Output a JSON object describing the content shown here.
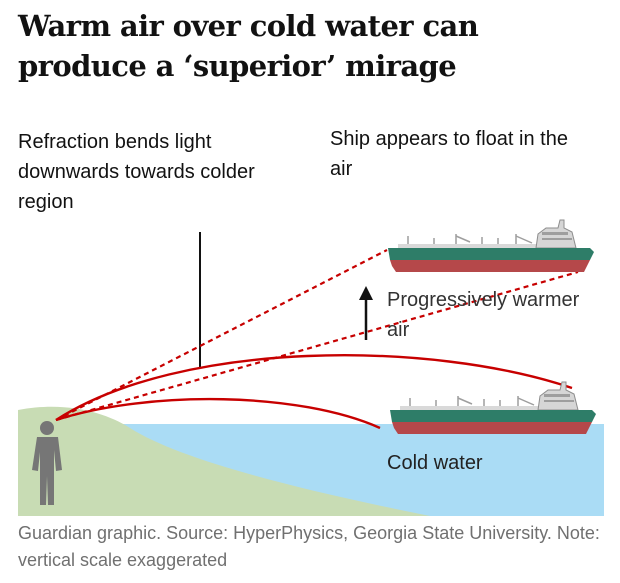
{
  "title": "Warm air over cold water can produce a ‘superior’ mirage",
  "labels": {
    "refraction": "Refraction bends light downwards towards colder region",
    "ship_appears": "Ship appears to float in the air",
    "warmer_air": "Progressively warmer air",
    "cold_water": "Cold water"
  },
  "footer": "Guardian graphic. Source: HyperPhysics, Georgia State University. Note: vertical scale exaggerated",
  "colors": {
    "ray": "#c70000",
    "water": "#aadcf5",
    "land": "#c8dcb4",
    "hull_top": "#2e7d68",
    "hull_bottom": "#b5484a",
    "ship_deck": "#bdbdbd",
    "person": "#767676",
    "arrow": "#121212"
  },
  "icons": {
    "observer": "person-silhouette-icon",
    "ship": "tanker-ship-icon",
    "direction": "up-arrow-icon"
  }
}
